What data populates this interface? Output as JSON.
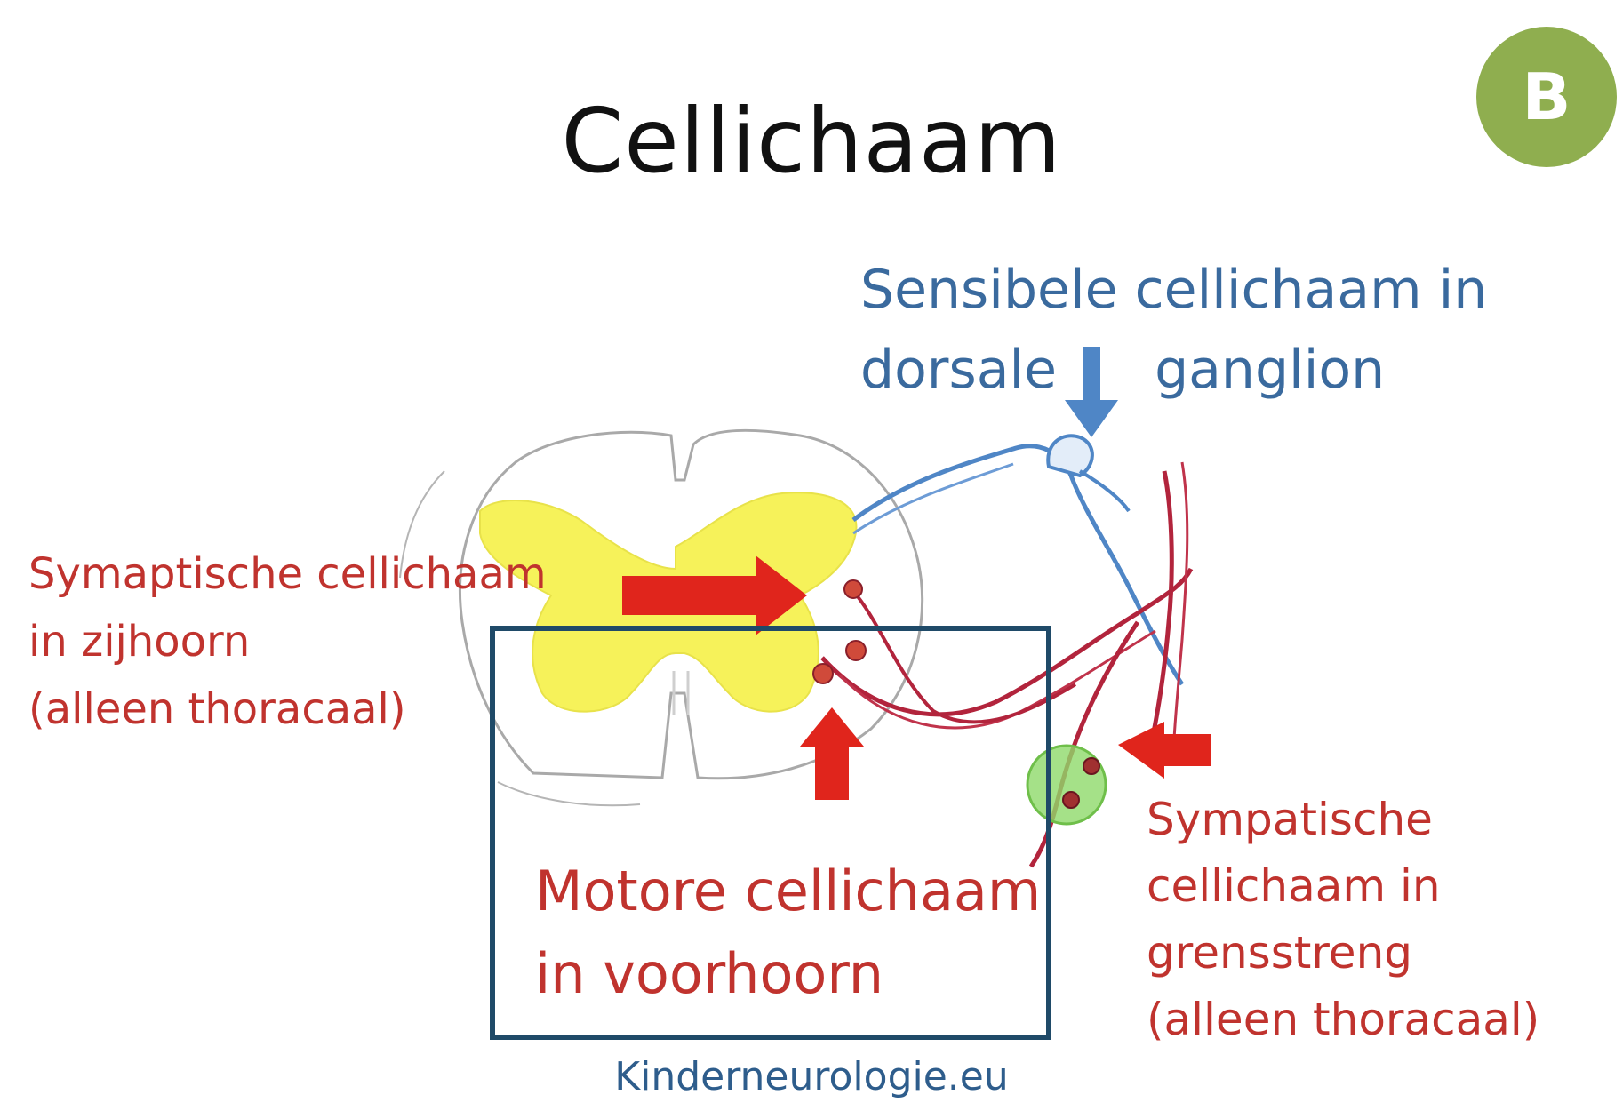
{
  "title": "Cellichaam",
  "badge": "B",
  "labels": {
    "sympathetic_lateral_horn": [
      "Symaptische cellichaam",
      "in zijhoorn",
      "(alleen thoracaal)"
    ],
    "sensory_dorsal_ganglion": [
      "Sensibele cellichaam in",
      "dorsale",
      "ganglion"
    ],
    "motor_anterior_horn": [
      "Motore cellichaam",
      "in voorhoorn"
    ],
    "sympathetic_chain": [
      "Sympatische",
      "cellichaam in",
      "grensstreng",
      "(alleen thoracaal)"
    ]
  },
  "footer": "Kinderneurologie.eu",
  "colors": {
    "red_text": "#c0332e",
    "blue_text": "#3a6a9e",
    "arrow_red": "#e0251c",
    "arrow_blue": "#4f86c6",
    "grey_matter": "#f6f25a",
    "badge": "#8fae4f",
    "frame": "#1f4a68",
    "ganglion_green": "#8fd96a"
  }
}
